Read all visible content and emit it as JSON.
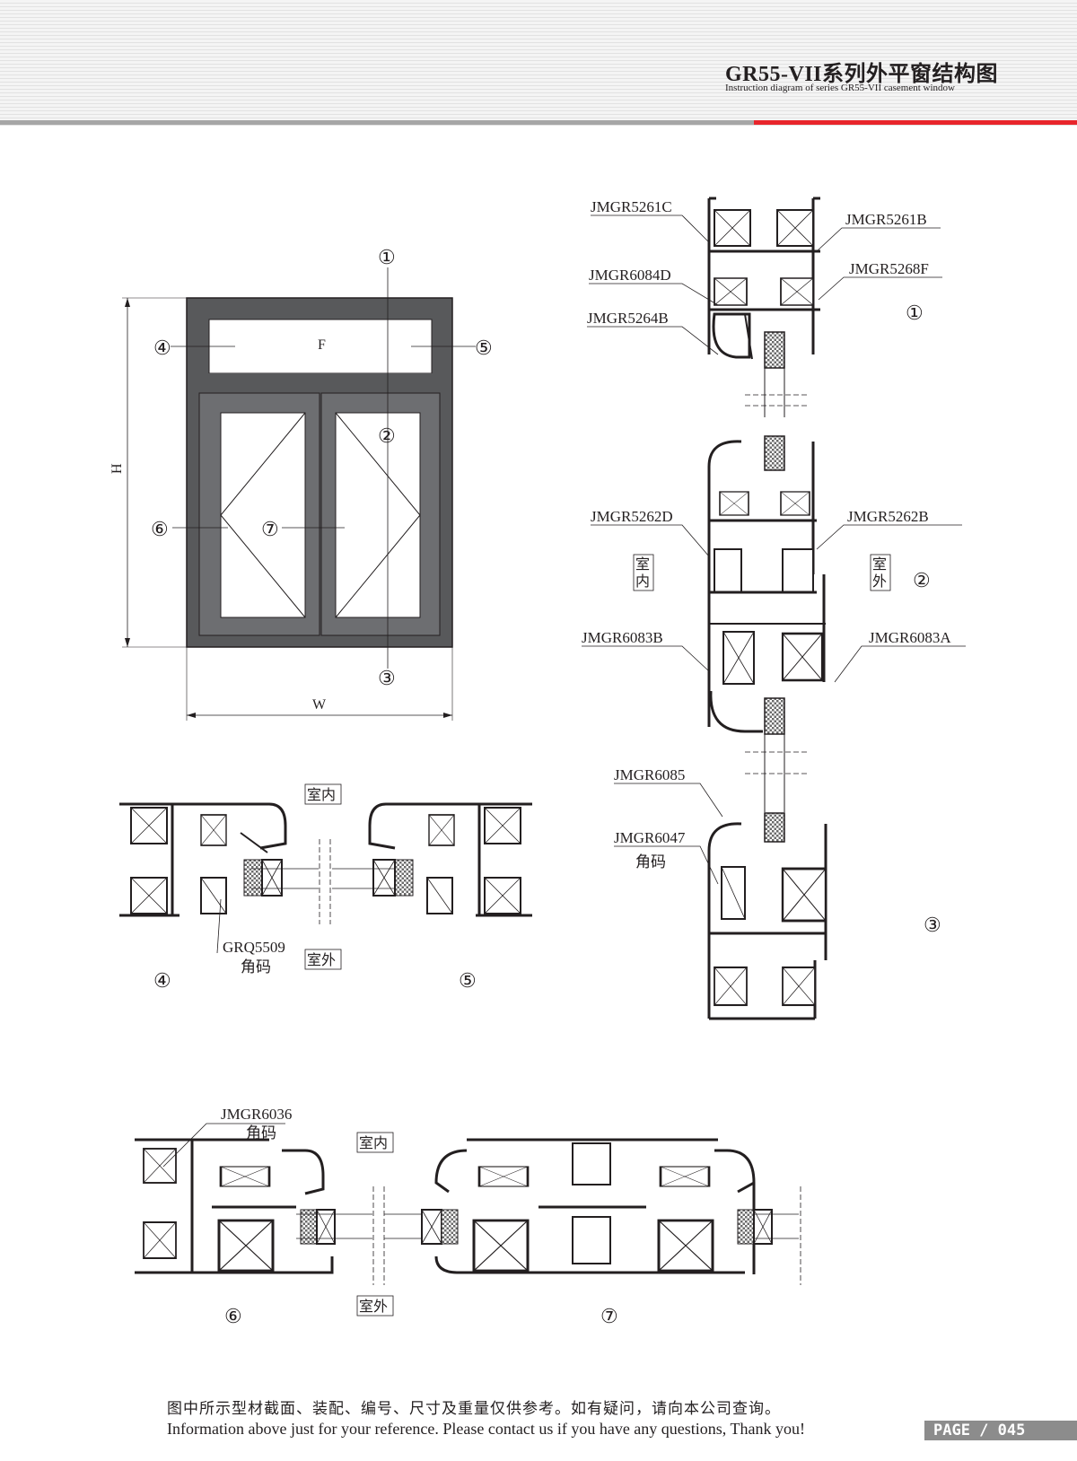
{
  "header": {
    "title": "GR55-VII系列外平窗结构图",
    "subtitle": "Instruction diagram of series GR55-VII casement window"
  },
  "elevation": {
    "dim_h": "H",
    "dim_w": "W",
    "fixed_label": "F",
    "markers": [
      "①",
      "②",
      "③",
      "④",
      "⑤",
      "⑥",
      "⑦"
    ]
  },
  "section_1": {
    "marker": "①",
    "parts": [
      "JMGR5261C",
      "JMGR5261B",
      "JMGR6084D",
      "JMGR5268F",
      "JMGR5264B"
    ]
  },
  "section_2": {
    "marker": "②",
    "indoor": "室内",
    "outdoor": "室外",
    "parts": [
      "JMGR5262D",
      "JMGR5262B",
      "JMGR6083B",
      "JMGR6083A"
    ]
  },
  "section_3": {
    "marker": "③",
    "parts": [
      "JMGR6085",
      "JMGR6047"
    ],
    "corner": "角码"
  },
  "section_45": {
    "indoor": "室内",
    "outdoor": "室外",
    "part": "GRQ5509",
    "corner": "角码",
    "marker_left": "④",
    "marker_right": "⑤"
  },
  "section_67": {
    "indoor": "室内",
    "outdoor": "室外",
    "part": "JMGR6036",
    "corner": "角码",
    "marker_left": "⑥",
    "marker_right": "⑦"
  },
  "footer": {
    "note_cn": "图中所示型材截面、装配、编号、尺寸及重量仅供参考。如有疑问，请向本公司查询。",
    "note_en": "Information above just for your reference. Please contact us if you have any questions, Thank you!",
    "page": "PAGE / 045"
  }
}
